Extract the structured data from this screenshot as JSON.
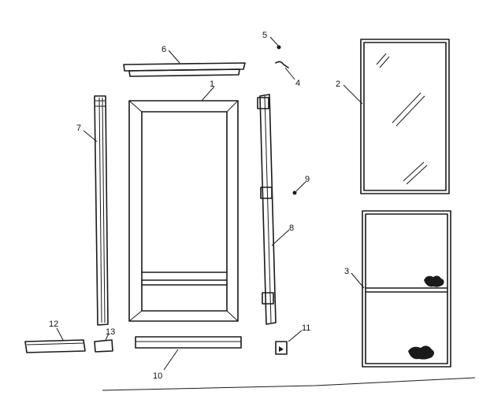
{
  "diagram": {
    "parts": [
      {
        "id": "1",
        "label": "1"
      },
      {
        "id": "2",
        "label": "2"
      },
      {
        "id": "3",
        "label": "3"
      },
      {
        "id": "4",
        "label": "4"
      },
      {
        "id": "5",
        "label": "5"
      },
      {
        "id": "6",
        "label": "6"
      },
      {
        "id": "7",
        "label": "7"
      },
      {
        "id": "8",
        "label": "8"
      },
      {
        "id": "9",
        "label": "9"
      },
      {
        "id": "10",
        "label": "10"
      },
      {
        "id": "11",
        "label": "11"
      },
      {
        "id": "12",
        "label": "12"
      },
      {
        "id": "13",
        "label": "13"
      }
    ]
  }
}
